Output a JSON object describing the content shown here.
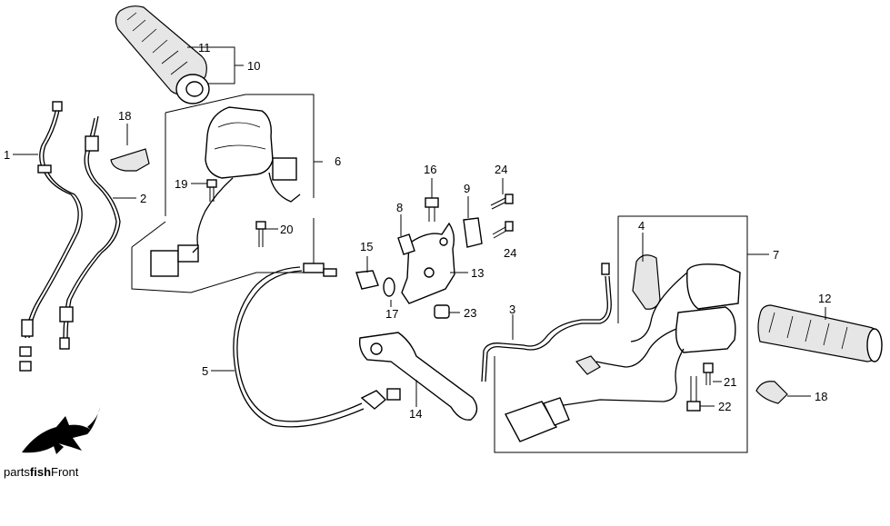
{
  "labels": {
    "p1": "1",
    "p2": "2",
    "p3": "3",
    "p4": "4",
    "p5": "5",
    "p6": "6",
    "p7": "7",
    "p8": "8",
    "p9": "9",
    "p10": "10",
    "p11": "11",
    "p12": "12",
    "p13": "13",
    "p14": "14",
    "p15": "15",
    "p16": "16",
    "p17": "17",
    "p18a": "18",
    "p18b": "18",
    "p19": "19",
    "p20": "20",
    "p21": "21",
    "p22": "22",
    "p23": "23",
    "p24a": "24",
    "p24b": "24"
  },
  "brand": {
    "prefix": "parts",
    "bold": "fish",
    "suffix": "Front"
  },
  "colors": {
    "line": "#000000",
    "background": "#ffffff"
  }
}
